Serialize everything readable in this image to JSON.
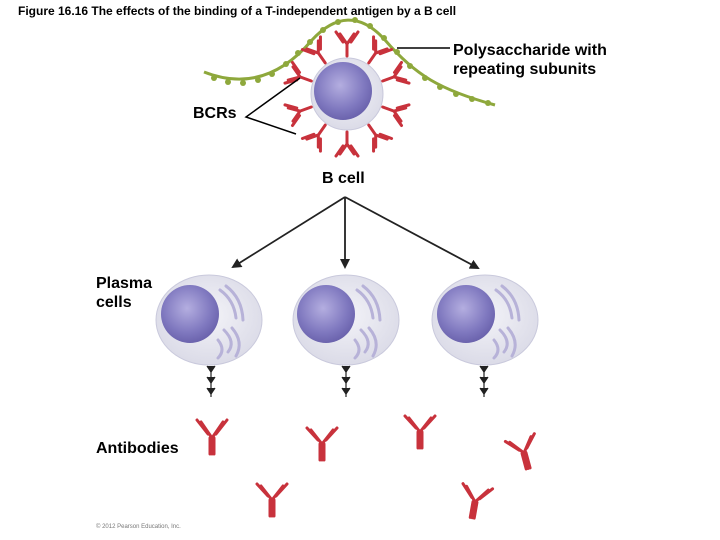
{
  "figure": {
    "title": "Figure 16.16 The effects of the binding of a T-independent antigen by a B cell",
    "copyright": "© 2012 Pearson Education, Inc."
  },
  "labels": {
    "polysaccharide": "Polysaccharide with repeating subunits",
    "bcrs": "BCRs",
    "bcell": "B cell",
    "plasma_cells": "Plasma cells",
    "antibodies": "Antibodies"
  },
  "colors": {
    "receptor": "#c8323c",
    "chain": "#8ea83c",
    "cell_fill": "#e6e6ef",
    "nucleus": "#8882c4",
    "er": "#b7b2d8",
    "arrow": "#222222"
  }
}
